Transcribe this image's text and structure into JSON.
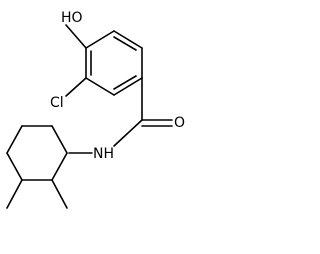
{
  "molecule": {
    "labels": {
      "hydroxyl": "HO",
      "chlorine": "Cl",
      "oxygen": "O",
      "amide_nh": "NH"
    }
  }
}
